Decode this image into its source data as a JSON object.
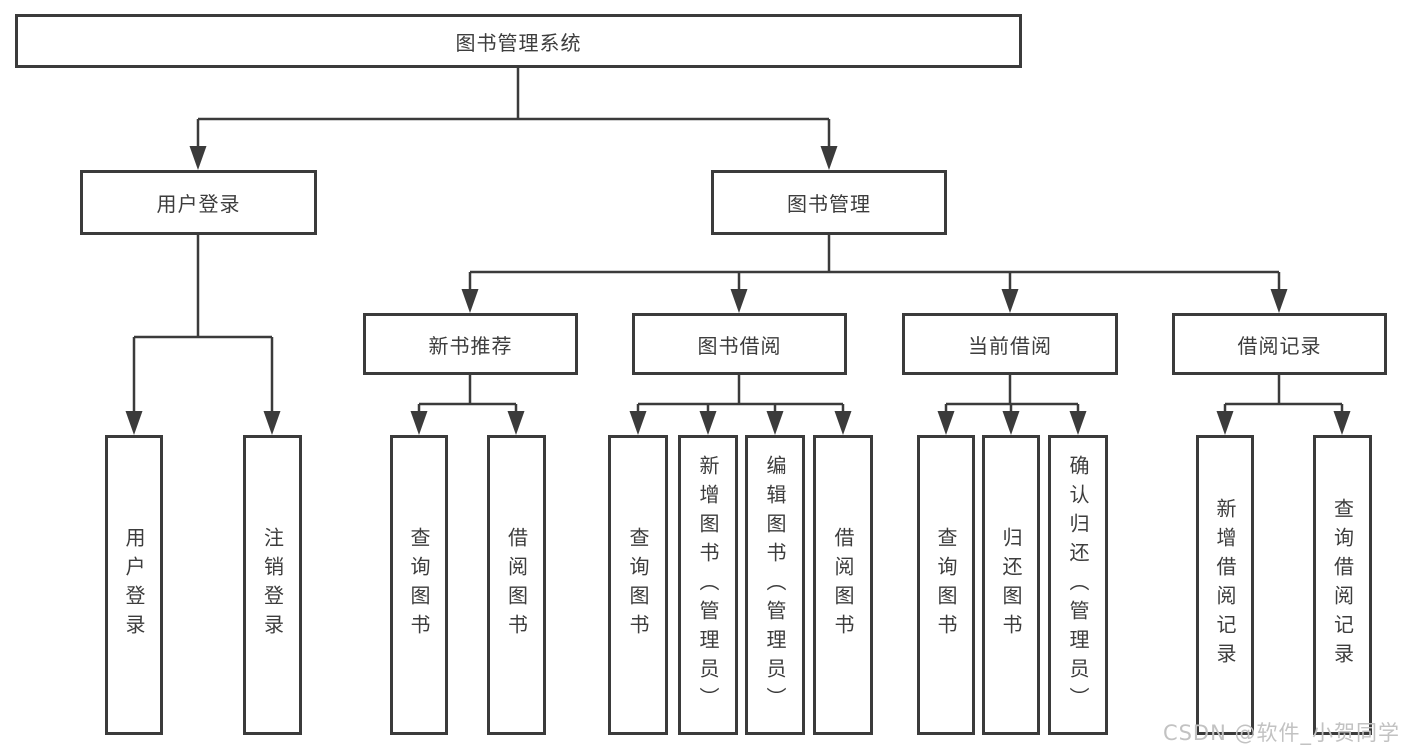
{
  "tree": {
    "root": {
      "label": "图书管理系统",
      "children": [
        {
          "label": "用户登录",
          "children": [
            {
              "label": "用户登录"
            },
            {
              "label": "注销登录"
            }
          ]
        },
        {
          "label": "图书管理",
          "children": [
            {
              "label": "新书推荐",
              "children": [
                {
                  "label": "查询图书"
                },
                {
                  "label": "借阅图书"
                }
              ]
            },
            {
              "label": "图书借阅",
              "children": [
                {
                  "label": "查询图书"
                },
                {
                  "label": "新增图书（管理员）"
                },
                {
                  "label": "编辑图书（管理员）"
                },
                {
                  "label": "借阅图书"
                }
              ]
            },
            {
              "label": "当前借阅",
              "children": [
                {
                  "label": "查询图书"
                },
                {
                  "label": "归还图书"
                },
                {
                  "label": "确认归还（管理员）"
                }
              ]
            },
            {
              "label": "借阅记录",
              "children": [
                {
                  "label": "新增借阅记录"
                },
                {
                  "label": "查询借阅记录"
                }
              ]
            }
          ]
        }
      ]
    }
  },
  "watermark": {
    "text": "CSDN @软件_小贺同学"
  },
  "colors": {
    "line": "#3b3b3b",
    "text": "#3d3d3d",
    "watermark": "#c2c2c2",
    "background": "#ffffff"
  }
}
